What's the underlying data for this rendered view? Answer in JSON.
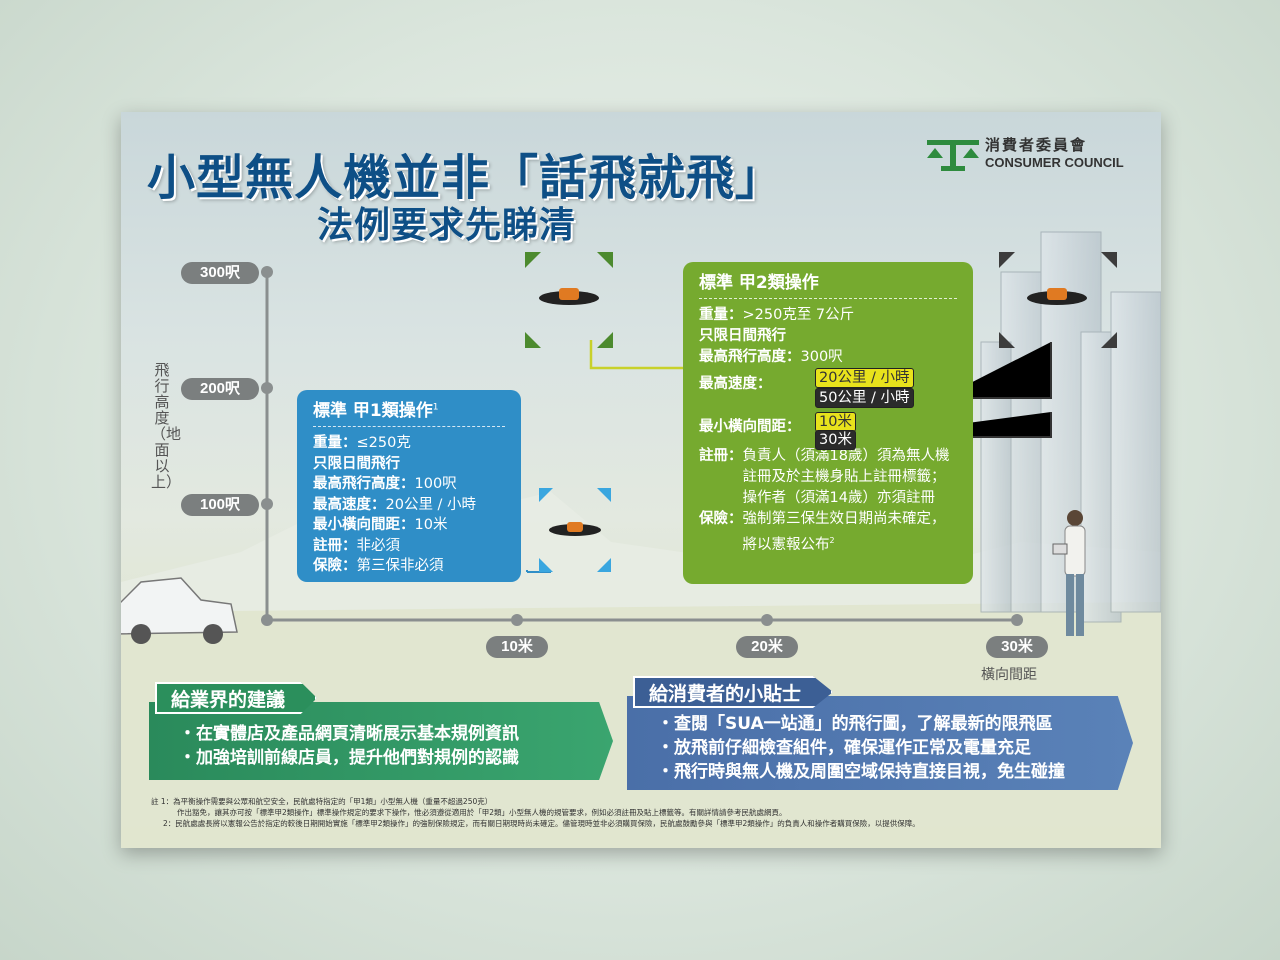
{
  "title_line1": "小型無人機並非「話飛就飛」",
  "title_line2": "法例要求先睇清",
  "logo": {
    "zh": "消費者委員會",
    "en": "CONSUMER COUNCIL"
  },
  "axes": {
    "altitude_ticks": [
      "300呎",
      "200呎",
      "100呎"
    ],
    "altitude_title": "飛行高度（地面以上）",
    "distance_ticks": [
      "10米",
      "20米",
      "30米"
    ],
    "distance_title": "橫向間距"
  },
  "box_a1": {
    "title": "標準 甲1類操作",
    "note_mark": "1",
    "rows": [
      {
        "k": "重量：",
        "v": "≤250克"
      },
      {
        "k": "只限日間飛行",
        "v": ""
      },
      {
        "k": "最高飛行高度：",
        "v": "100呎"
      },
      {
        "k": "最高速度：",
        "v": "20公里 / 小時"
      },
      {
        "k": "最小橫向間距：",
        "v": "10米"
      },
      {
        "k": "註冊：",
        "v": "非必須"
      },
      {
        "k": "保險：",
        "v": "第三保非必須"
      }
    ]
  },
  "box_a2": {
    "title": "標準 甲2類操作",
    "weight_k": "重量：",
    "weight_v": ">250克至 7公斤",
    "daytime": "只限日間飛行",
    "alt_k": "最高飛行高度：",
    "alt_v": "300呎",
    "speed_k": "最高速度：",
    "speed_values": [
      "20公里 / 小時",
      "50公里 / 小時"
    ],
    "dist_k": "最小橫向間距：",
    "dist_values": [
      "10米",
      "30米"
    ],
    "reg_k": "註冊：",
    "reg_v": "負責人（須滿18歲）須為無人機註冊及於主機身貼上註冊標籤；操作者（須滿14歲）亦須註冊",
    "ins_k": "保險：",
    "ins_v": "強制第三保生效日期尚未確定，將以憲報公布",
    "ins_mark": "2"
  },
  "industry": {
    "title": "給業界的建議",
    "items": [
      "・在實體店及產品網頁清晰展示基本規例資訊",
      "・加強培訓前線店員，提升他們對規例的認識"
    ]
  },
  "consumer": {
    "title": "給消費者的小貼士",
    "items": [
      "・查閱「SUA一站通」的飛行圖，了解最新的限飛區",
      "・放飛前仔細檢查組件，確保運作正常及電量充足",
      "・飛行時與無人機及周圍空域保持直接目視，免生碰撞"
    ]
  },
  "notes": [
    "註 1：為平衡操作需要與公眾和航空安全，民航處特指定的「甲1類」小型無人機（重量不超過250克）",
    "作出豁免，讓其亦可按「標準甲2類操作」標準操作規定的要求下操作，惟必須遵從適用於「甲2類」小型無人機的規管要求，例如必須註冊及貼上標籤等。有關詳情請參考民航處網頁。",
    "2：民航處處長將以憲報公告於指定的較後日期開始實施「標準甲2類操作」的強制保險規定，而有關日期現時尚未確定。儘管現時並非必須購買保險，民航處鼓勵參與「標準甲2類操作」的負責人和操作者購買保險，以提供保障。"
  ],
  "colors": {
    "title": "#0e4f86",
    "box_a1": "#2f8ec7",
    "box_a2": "#76aa2f",
    "industry": "#2b8f5c",
    "consumer": "#3c5f95",
    "logo": "#2e8b3e"
  }
}
